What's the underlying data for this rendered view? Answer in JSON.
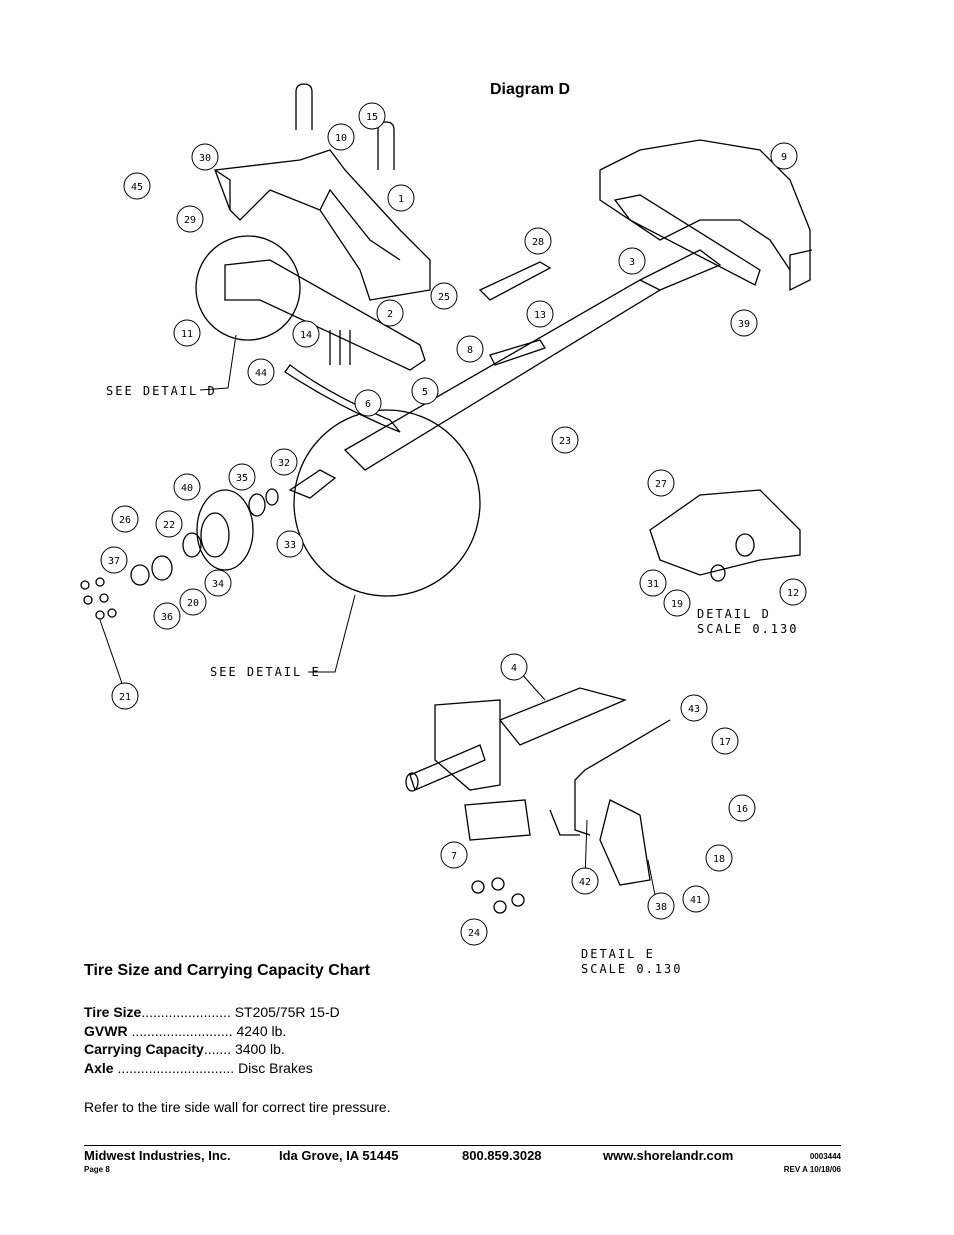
{
  "diagram": {
    "title": "Diagram D",
    "see_detail_d": "SEE DETAIL  D",
    "see_detail_e": "SEE DETAIL  E",
    "detail_d": {
      "line1": "DETAIL  D",
      "line2": "SCALE  0.130"
    },
    "detail_e": {
      "line1": "DETAIL  E",
      "line2": "SCALE  0.130"
    },
    "callouts": [
      "45",
      "30",
      "29",
      "10",
      "15",
      "1",
      "9",
      "28",
      "3",
      "25",
      "2",
      "11",
      "14",
      "13",
      "8",
      "39",
      "44",
      "5",
      "6",
      "23",
      "32",
      "35",
      "40",
      "26",
      "22",
      "37",
      "36",
      "20",
      "34",
      "33",
      "27",
      "31",
      "19",
      "12",
      "21",
      "4",
      "43",
      "17",
      "16",
      "18",
      "7",
      "42",
      "38",
      "41",
      "24"
    ]
  },
  "chart": {
    "title": "Tire Size and Carrying Capacity Chart",
    "rows": [
      {
        "label": "Tire Size",
        "dots": ".......................",
        "value": "ST205/75R 15-D"
      },
      {
        "label": "GVWR",
        "dots": " ..........................",
        "value": "4240 lb."
      },
      {
        "label": "Carrying Capacity",
        "dots": ".......",
        "value": "3400 lb."
      },
      {
        "label": "Axle",
        "dots": " ..............................",
        "value": "Disc Brakes"
      }
    ],
    "note": "Refer to the tire side wall for correct tire pressure."
  },
  "footer": {
    "company": "Midwest Industries, Inc.",
    "page": "Page 8",
    "city": "Ida Grove, IA  51445",
    "phone": "800.859.3028",
    "website": "www.shorelandr.com",
    "doc_number": "0003444",
    "revision": "REV A  10/18/06"
  }
}
